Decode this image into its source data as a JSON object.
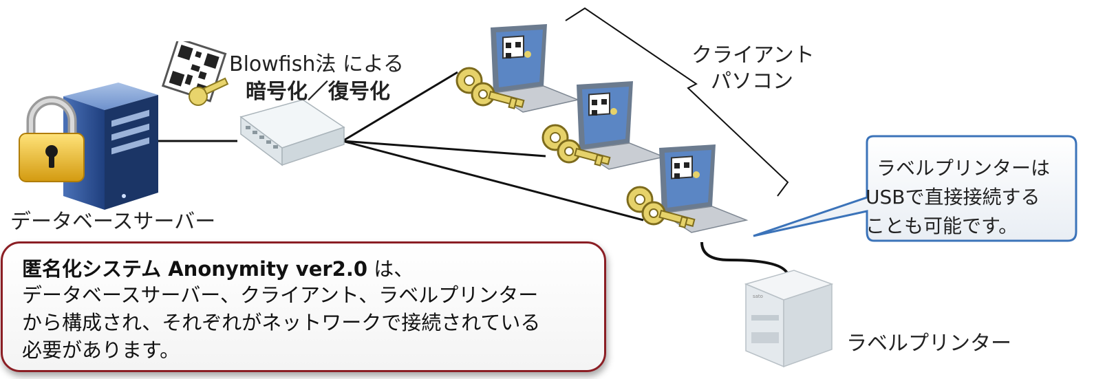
{
  "labels": {
    "server": "データベースサーバー",
    "clients_line1": "クライアント",
    "clients_line2": "パソコン",
    "printer": "ラベルプリンター",
    "encryption_line1": "Blowfish法 による",
    "encryption_line2": "暗号化／復号化"
  },
  "callout": {
    "line1": "ラベルプリンターは",
    "line2": "USBで直接接続する",
    "line3": "ことも可能です。"
  },
  "description": {
    "line1_bold": "匿名化システム Anonymity ver2.0",
    "line1_rest": " は、",
    "line2": "データベースサーバー、クライアント、ラベルプリンター",
    "line3": "から構成され、それぞれがネットワークで接続されている",
    "line4": "必要があります。"
  },
  "colors": {
    "box_border": "#8b1e24",
    "callout_border": "#3b73b9",
    "server_body": "#2b4f94",
    "lock_gold": "#e8b422",
    "key_gold": "#e6d26a",
    "laptop_screen": "#5b86c4"
  },
  "icons": [
    "lock-icon",
    "server-icon",
    "switch-icon",
    "laptop-icon",
    "key-icon",
    "qr-code-icon",
    "printer-icon"
  ]
}
